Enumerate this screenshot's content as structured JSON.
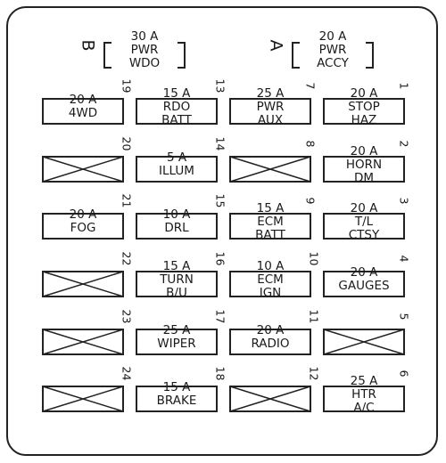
{
  "top": {
    "left_letter": "B",
    "left_fuse": [
      "30 A",
      "PWR",
      "WDO"
    ],
    "right_letter": "A",
    "right_fuse": [
      "20 A",
      "PWR",
      "ACCY"
    ]
  },
  "fuses": [
    {
      "num": "19",
      "lines": [
        "20 A",
        "4WD"
      ],
      "empty": false
    },
    {
      "num": "13",
      "lines": [
        "15 A",
        "RDO",
        "BATT"
      ],
      "empty": false
    },
    {
      "num": "7",
      "lines": [
        "25 A",
        "PWR",
        "AUX"
      ],
      "empty": false
    },
    {
      "num": "1",
      "lines": [
        "20 A",
        "STOP",
        "HAZ"
      ],
      "empty": false
    },
    {
      "num": "20",
      "lines": [],
      "empty": true
    },
    {
      "num": "14",
      "lines": [
        "5 A",
        "ILLUM"
      ],
      "empty": false
    },
    {
      "num": "8",
      "lines": [],
      "empty": true
    },
    {
      "num": "2",
      "lines": [
        "20 A",
        "HORN",
        "DM"
      ],
      "empty": false
    },
    {
      "num": "21",
      "lines": [
        "20 A",
        "FOG"
      ],
      "empty": false
    },
    {
      "num": "15",
      "lines": [
        "10 A",
        "DRL"
      ],
      "empty": false
    },
    {
      "num": "9",
      "lines": [
        "15 A",
        "ECM",
        "BATT"
      ],
      "empty": false
    },
    {
      "num": "3",
      "lines": [
        "20 A",
        "T/L",
        "CTSY"
      ],
      "empty": false
    },
    {
      "num": "22",
      "lines": [],
      "empty": true
    },
    {
      "num": "16",
      "lines": [
        "15 A",
        "TURN",
        "B/U"
      ],
      "empty": false
    },
    {
      "num": "10",
      "lines": [
        "10 A",
        "ECM",
        "IGN"
      ],
      "empty": false
    },
    {
      "num": "4",
      "lines": [
        "20 A",
        "GAUGES"
      ],
      "empty": false
    },
    {
      "num": "23",
      "lines": [],
      "empty": true
    },
    {
      "num": "17",
      "lines": [
        "25 A",
        "WIPER"
      ],
      "empty": false
    },
    {
      "num": "11",
      "lines": [
        "20 A",
        "RADIO"
      ],
      "empty": false
    },
    {
      "num": "5",
      "lines": [],
      "empty": true
    },
    {
      "num": "24",
      "lines": [],
      "empty": true
    },
    {
      "num": "18",
      "lines": [
        "15 A",
        "BRAKE"
      ],
      "empty": false
    },
    {
      "num": "12",
      "lines": [],
      "empty": true
    },
    {
      "num": "6",
      "lines": [
        "25 A",
        "HTR",
        "A/C"
      ],
      "empty": false
    }
  ]
}
